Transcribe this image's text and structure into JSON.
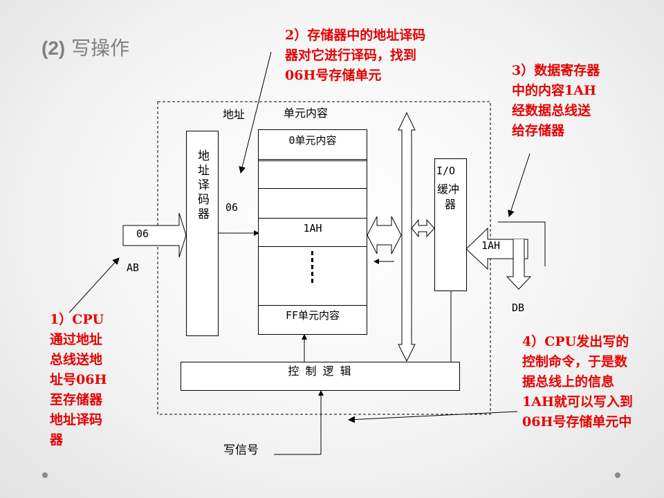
{
  "title": {
    "prefix": "(2)",
    "text": "写操作"
  },
  "notes": {
    "note1": "1）CPU\n通过地址\n总线送地\n址号06H\n至存储器\n地址译码\n器",
    "note2": "2）存储器中的地址译码\n器对它进行译码，找到\n06H号存储单元",
    "note3": "3）数据寄存器\n中的内容1AH\n经数据总线送\n给存储器",
    "note4": "4）CPU发出写的\n控制命令，于是数\n据总线上的信息\n1AH就可以写入到\n06H号存储单元中"
  },
  "diagram": {
    "address_label": "地址",
    "content_label": "单元内容",
    "decoder_label": "地址译码器",
    "decoder_output": "06",
    "ab_input": "06",
    "ab_label": "AB",
    "cells": [
      "0单元内容",
      "",
      "",
      "1AH",
      "",
      "FF单元内容"
    ],
    "ellipsis": "⋮",
    "io_buffer": {
      "line1": "I/O",
      "line2": "缓冲",
      "line3": "器"
    },
    "db_value": "1AH",
    "db_label": "DB",
    "control_logic": "控 制 逻 辑",
    "write_signal": "写信号"
  }
}
